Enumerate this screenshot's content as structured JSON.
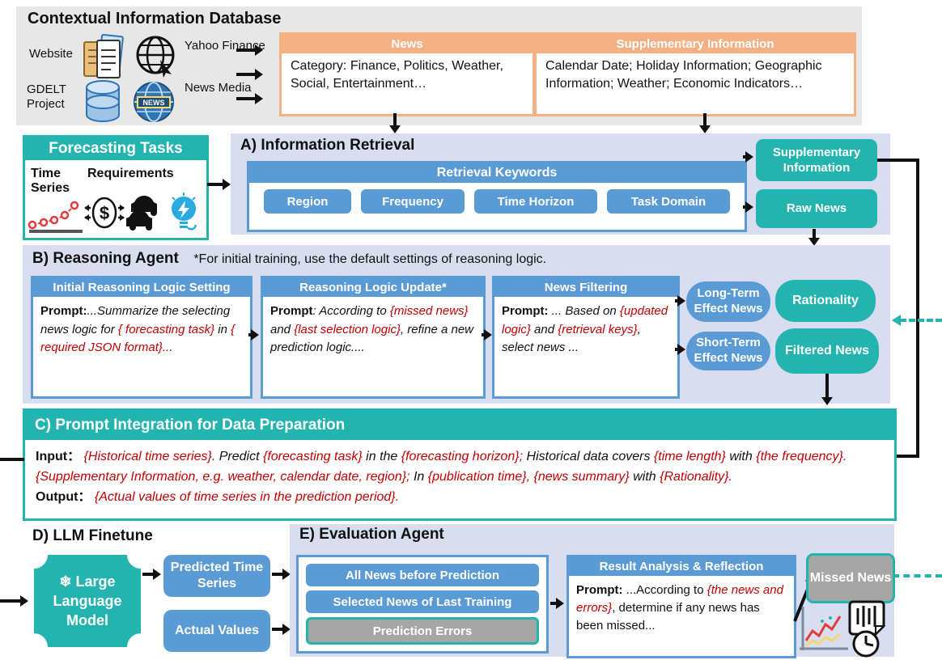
{
  "colors": {
    "teal": "#24b4b0",
    "blue": "#5b9bd5",
    "orange": "#f4b183",
    "lavender": "#d9ddf0",
    "gray_panel": "#e8e7e7",
    "gray_tag": "#a6a6a6",
    "red_text": "#c00000"
  },
  "database_panel": {
    "title": "Contextual Information Database",
    "source_website": "Website",
    "source_gdelt": "GDELT Project",
    "source_yahoo": "Yahoo Finance",
    "source_news_media": "News Media",
    "news_globe_label": "NEWS",
    "news_box": {
      "header": "News",
      "body": "Category: Finance, Politics, Weather, Social, Entertainment…"
    },
    "supp_box": {
      "header": "Supplementary Information",
      "body": "Calendar Date; Holiday Information; Geographic Information; Weather; Economic Indicators…"
    }
  },
  "forecasting_tasks": {
    "header": "Forecasting Tasks",
    "time_series_label": "Time Series",
    "requirements_label": "Requirements"
  },
  "section_a": {
    "title": "A) Information Retrieval",
    "keywords_header": "Retrieval Keywords",
    "keywords": [
      "Region",
      "Frequency",
      "Time Horizon",
      "Task Domain"
    ],
    "output_supp": "Supplementary Information",
    "output_raw": "Raw News"
  },
  "section_b": {
    "title": "B) Reasoning Agent",
    "note": "*For initial training, use the default settings of reasoning logic.",
    "box1": {
      "header": "Initial Reasoning Logic Setting",
      "segments": [
        {
          "t": "Prompt:",
          "s": "b"
        },
        {
          "t": "...Summarize the selecting news logic for ",
          "s": "i"
        },
        {
          "t": "{ forecasting task}",
          "s": "r"
        },
        {
          "t": " in ",
          "s": "i"
        },
        {
          "t": "{ required JSON format}...",
          "s": "r"
        }
      ]
    },
    "box2": {
      "header": "Reasoning Logic Update*",
      "segments": [
        {
          "t": "Prompt",
          "s": "b"
        },
        {
          "t": ": According to ",
          "s": "i"
        },
        {
          "t": "{missed news}",
          "s": "r"
        },
        {
          "t": " and ",
          "s": "i"
        },
        {
          "t": "{last selection logic}",
          "s": "r"
        },
        {
          "t": ", refine a new prediction logic....",
          "s": "i"
        }
      ]
    },
    "box3": {
      "header": "News Filtering",
      "segments": [
        {
          "t": "Prompt:",
          "s": "b"
        },
        {
          "t": " ... Based on ",
          "s": "i"
        },
        {
          "t": "{updated logic}",
          "s": "r"
        },
        {
          "t": " and ",
          "s": "i"
        },
        {
          "t": "{retrieval keys}",
          "s": "r"
        },
        {
          "t": ", select news ...",
          "s": "i"
        }
      ]
    },
    "pill_long": "Long-Term Effect News",
    "pill_short": "Short-Term Effect News",
    "pill_rationality": "Rationality",
    "pill_filtered": "Filtered News"
  },
  "section_c": {
    "title": "C) Prompt Integration for Data Preparation",
    "input_segments": [
      {
        "t": "Input：  ",
        "s": "b"
      },
      {
        "t": "{Historical time series}",
        "s": "r"
      },
      {
        "t": ". Predict ",
        "s": "i"
      },
      {
        "t": "{forecasting task}",
        "s": "r"
      },
      {
        "t": " in the ",
        "s": "i"
      },
      {
        "t": "{forecasting horizon};",
        "s": "r"
      },
      {
        "t": " Historical data covers ",
        "s": "i"
      },
      {
        "t": "{time length}",
        "s": "r"
      },
      {
        "t": " with ",
        "s": "i"
      },
      {
        "t": "{the frequency}. {Supplementary Information, e.g. weather, calendar date, region};",
        "s": "r"
      },
      {
        "t": " In ",
        "s": "i"
      },
      {
        "t": "{publication time}, {news summary}",
        "s": "r"
      },
      {
        "t": " with ",
        "s": "i"
      },
      {
        "t": "{Rationality}.",
        "s": "r"
      }
    ],
    "output_segments": [
      {
        "t": "Output：  ",
        "s": "b"
      },
      {
        "t": "{Actual values of time series in the prediction period}.",
        "s": "r"
      }
    ]
  },
  "section_d": {
    "title": "D) LLM Finetune",
    "snowflake": "❄",
    "llm_line1": "Large",
    "llm_line2": "Language",
    "llm_line3": "Model",
    "output_predicted": "Predicted Time Series",
    "output_actual": "Actual Values"
  },
  "section_e": {
    "title": "E) Evaluation Agent",
    "input_bar1": "All News before Prediction",
    "input_bar2": "Selected News of Last Training",
    "input_bar3": "Prediction Errors",
    "result_box": {
      "header": "Result Analysis & Reflection",
      "segments": [
        {
          "t": "Prompt:",
          "s": "b"
        },
        {
          "t": " ...According to ",
          "s": "n"
        },
        {
          "t": "{the news and errors}",
          "s": "r"
        },
        {
          "t": ", determine if any news has been missed...",
          "s": "n"
        }
      ]
    },
    "missed_news": "Missed News"
  }
}
